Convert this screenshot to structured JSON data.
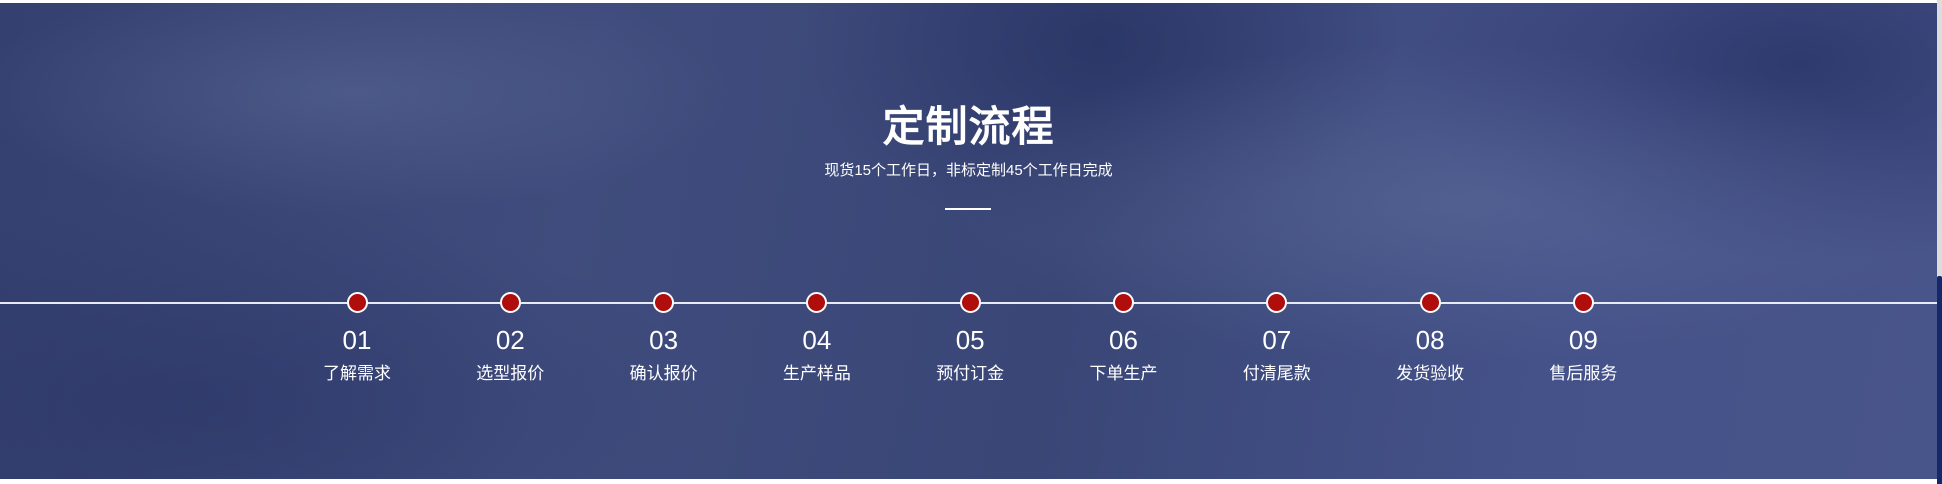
{
  "section": {
    "title": "定制流程",
    "subtitle": "现货15个工作日，非标定制45个工作日完成"
  },
  "steps": [
    {
      "num": "01",
      "label": "了解需求"
    },
    {
      "num": "02",
      "label": "选型报价"
    },
    {
      "num": "03",
      "label": "确认报价"
    },
    {
      "num": "04",
      "label": "生产样品"
    },
    {
      "num": "05",
      "label": "预付订金"
    },
    {
      "num": "06",
      "label": "下单生产"
    },
    {
      "num": "07",
      "label": "付清尾款"
    },
    {
      "num": "08",
      "label": "发货验收"
    },
    {
      "num": "09",
      "label": "售后服务"
    }
  ],
  "colors": {
    "dot": "#b00d0d",
    "background": "#3b4778",
    "scrollbar_thumb": "#13296a"
  }
}
